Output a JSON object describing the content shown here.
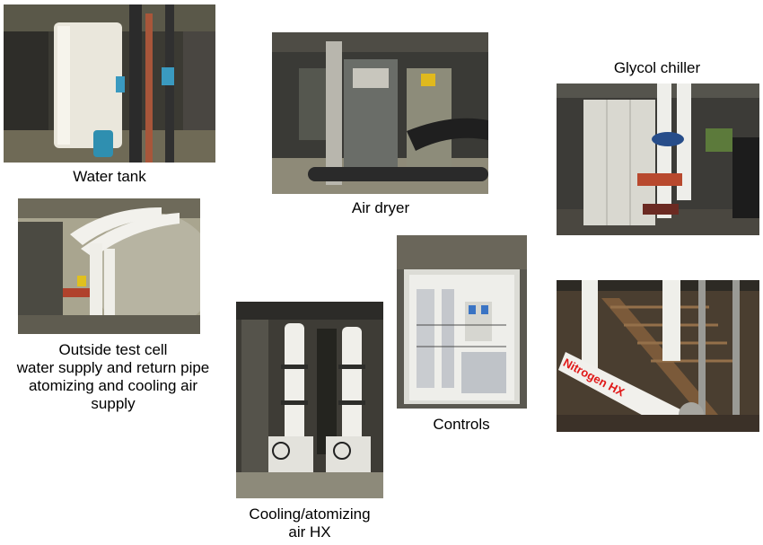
{
  "captions": {
    "water_tank": "Water tank",
    "air_dryer": "Air dryer",
    "glycol_chiller": "Glycol chiller",
    "outside_test_cell": [
      "Outside test cell",
      "water supply and return pipe",
      "atomizing and cooling air",
      "supply"
    ],
    "controls": "Controls",
    "cooling_atomizing": [
      "Cooling/atomizing",
      "air HX"
    ]
  },
  "photo_labels": {
    "nitrogen_hx": "Nitrogen  HX"
  },
  "colors": {
    "caption_text": "#000000",
    "nitrogen_label": "#e01818"
  }
}
